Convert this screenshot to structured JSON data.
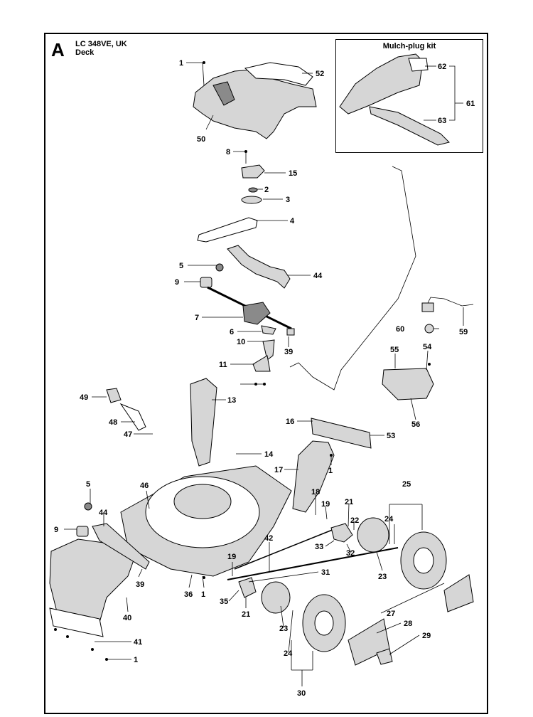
{
  "header": {
    "section_letter": "A",
    "model": "LC 348VE, UK",
    "subtitle": "Deck"
  },
  "inset": {
    "title": "Mulch-plug kit",
    "callouts": [
      "62",
      "61",
      "63"
    ]
  },
  "callouts": [
    "1",
    "52",
    "50",
    "8",
    "15",
    "2",
    "3",
    "4",
    "44",
    "5",
    "9",
    "7",
    "6",
    "39",
    "10",
    "11",
    "49",
    "13",
    "48",
    "47",
    "14",
    "16",
    "53",
    "17",
    "46",
    "5",
    "44",
    "9",
    "18",
    "19",
    "21",
    "22",
    "42",
    "25",
    "24",
    "33",
    "32",
    "23",
    "19",
    "31",
    "36",
    "1",
    "35",
    "21",
    "39",
    "40",
    "41",
    "1",
    "27",
    "28",
    "29",
    "23",
    "24",
    "30",
    "60",
    "59",
    "55",
    "54",
    "56",
    "1"
  ]
}
